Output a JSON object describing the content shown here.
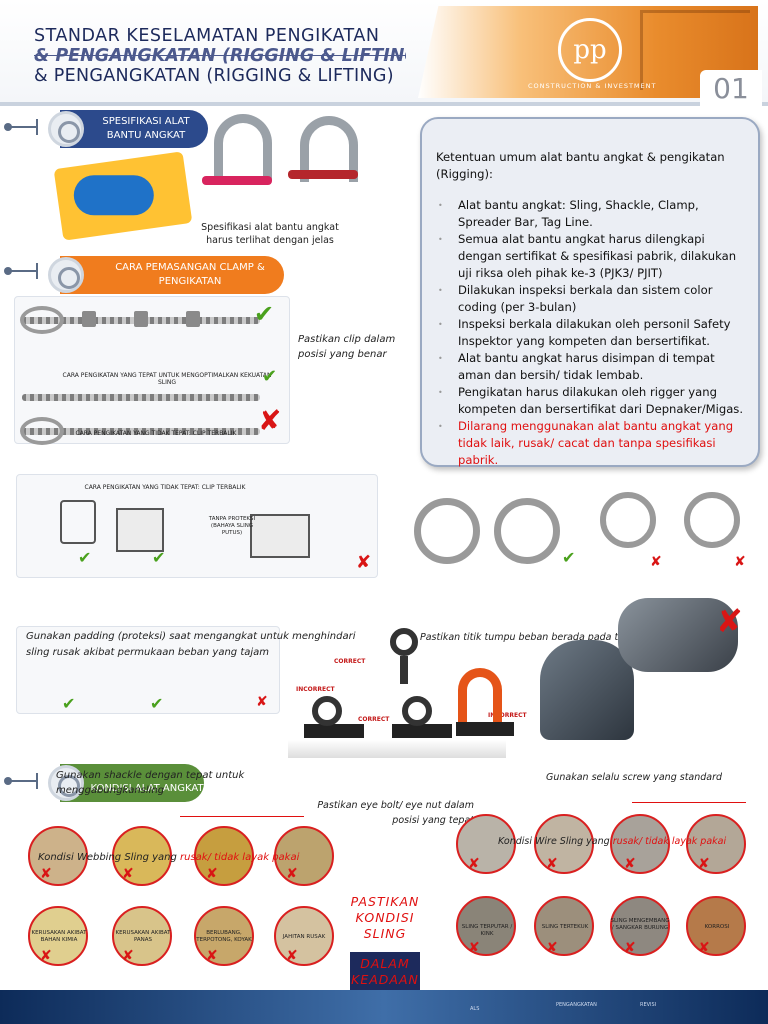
{
  "header": {
    "title_line1": "STANDAR KESELAMATAN PENGIKATAN",
    "title_line2_ghost": "& PENGANGKATAN (RIGGING & LIFTING",
    "title_line3": "& PENGANGKATAN (RIGGING & LIFTING)",
    "logo_text": "pp",
    "logo_sub": "CONSTRUCTION & INVESTMENT",
    "page_number": "01"
  },
  "sections": {
    "spesifikasi": {
      "tab_label": "SPESIFIKASI ALAT BANTU ANGKAT",
      "caption": "Spesifikasi alat bantu angkat harus terlihat dengan jelas"
    },
    "clamp": {
      "tab_label": "CARA PEMASANGAN CLAMP & PENGIKATAN",
      "caption": "Pastikan clip dalam posisi yang benar",
      "correct_text": "CARA PENGIKATAN YANG TEPAT UNTUK MENGOPTIMALKAN KEKUATAN SLING",
      "wrong_text": "CARA PENGIKATAN YANG TIDAK TEPAT: CLIP TERBALIK",
      "wrong_text_top": "CARA PENGIKATAN YANG TIDAK TEPAT: CLIP TERBALIK"
    },
    "padding": {
      "tanpa_proteksi": "TANPA PROTEKSI (BAHAYA SLING PUTUS)",
      "caption": "Gunakan padding (proteksi) saat mengangkat untuk menghindari sling rusak akibat permukaan beban yang tajam",
      "caption_shackle_load": "Pastikan titik tumpu beban berada pada titik tumpuan shackle",
      "correct": "CORRECT",
      "incorrect": "INCORRECT"
    },
    "kondisi": {
      "tab_label": "KONDISI ALAT ANGKAT",
      "shackle_caption": "Gunakan shackle dengan tepat untuk menggabungkansling",
      "screw_caption": "Gunakan selalu screw yang standard",
      "eyebolt_caption": "Pastikan eye bolt/ eye nut dalam posisi yang tepat",
      "webbing_caption_prefix": "Kondisi Webbing Sling yang ",
      "webbing_caption_red": "rusak/ tidak layak pakai",
      "wire_caption_prefix": "Kondisi Wire Sling yang ",
      "wire_caption_red": "rusak/ tidak layak pakai",
      "webbing_labels": [
        "KERUSAKAN AKIBAT BAHAN KIMIA",
        "KERUSAKAN AKIBAT PANAS",
        "BERLUBANG, TERPOTONG, KOYAK",
        "JAHITAN RUSAK"
      ],
      "wire_labels": [
        "SLING TERPUTAR / KINK",
        "SLING TERTEKUK",
        "SLING MENGEMBANG / SANGKAR BURUNG",
        "KORROSI"
      ],
      "center_red_1": "PASTIKAN KONDISI SLING",
      "center_red_2": "DALAM KEADAAN BAIK"
    }
  },
  "info_box": {
    "lead": "Ketentuan umum alat bantu angkat & pengikatan (Rigging):",
    "items": [
      "Alat bantu angkat: Sling, Shackle, Clamp, Spreader Bar, Tag Line.",
      "Semua alat bantu angkat harus dilengkapi dengan sertifikat & spesifikasi pabrik, dilakukan uji riksa oleh pihak ke-3 (PJK3/ PJIT)",
      "Dilakukan inspeksi berkala dan sistem color coding (per 3-bulan)",
      "Inspeksi berkala dilakukan oleh personil Safety Inspektor yang kompeten dan bersertifikat.",
      "Alat bantu angkat harus disimpan di tempat aman dan bersih/ tidak lembab.",
      "Pengikatan harus dilakukan oleh rigger yang kompeten dan bersertifikat dari Depnaker/Migas."
    ],
    "red_item": "Dilarang menggunakan alat bantu angkat yang tidak laik, rusak/ cacat dan tanpa spesifikasi pabrik."
  },
  "footer": {
    "text_1": "ALS",
    "text_2": "PENGANGKATAN",
    "text_3": "REVISI"
  },
  "colors": {
    "navy": "#1d2a5c",
    "orange": "#f07c1e",
    "blue_tab": "#2c4a8c",
    "green_tab": "#5a8f3a",
    "red": "#e01010"
  }
}
